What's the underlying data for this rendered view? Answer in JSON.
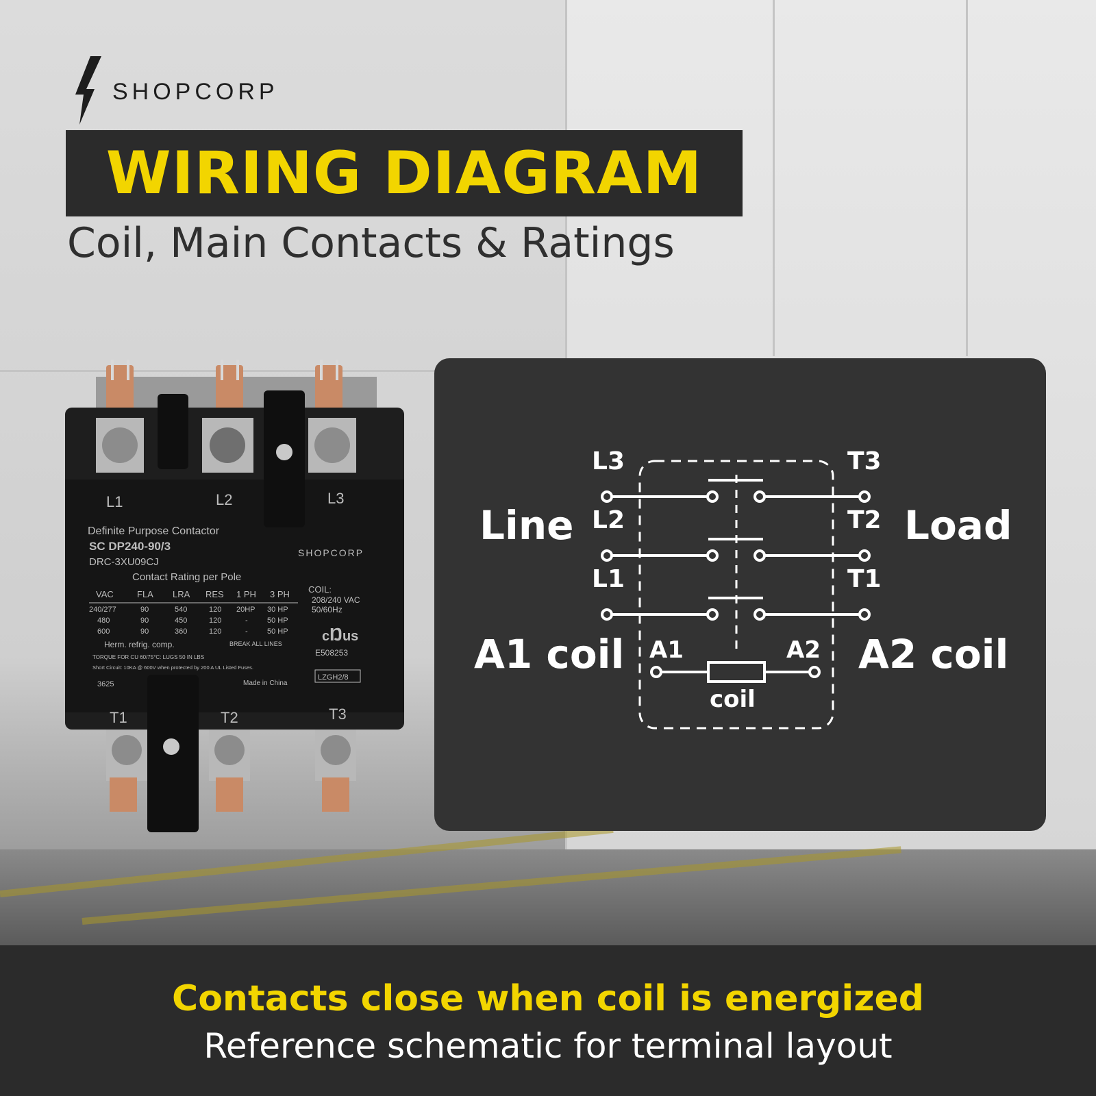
{
  "brand": {
    "name": "SHOPCORP",
    "logo_icon": "lightning-bolt-icon"
  },
  "header": {
    "title": "WIRING DIAGRAM",
    "subtitle": "Coil, Main Contacts & Ratings"
  },
  "product": {
    "terminals_top": [
      "L1",
      "L2",
      "L3"
    ],
    "terminals_bottom": [
      "T1",
      "T2",
      "T3"
    ],
    "label_lines": [
      "Definite Purpose Contactor",
      "SC DP240-90/3",
      "DRC-3XU09CJ",
      "Contact Rating per Pole"
    ],
    "brand": "SHOPCORP",
    "rating_headers": [
      "VAC",
      "FLA",
      "LRA",
      "RES",
      "1 PH",
      "3 PH"
    ],
    "rating_rows": [
      [
        "240/277",
        "90",
        "540",
        "120",
        "20HP",
        "30 HP"
      ],
      [
        "480",
        "90",
        "450",
        "120",
        "-",
        "50 HP"
      ],
      [
        "600",
        "90",
        "360",
        "120",
        "-",
        "50 HP"
      ]
    ],
    "coil_title": "COIL:",
    "coil_voltage": "208/240 VAC",
    "coil_freq": "50/60Hz",
    "cert_number": "E508253",
    "code": "LZGH2/8",
    "refrig_note": "Herm. refrig. comp.",
    "break_note": "BREAK ALL LINES",
    "torque_note": "TORQUE FOR CU 60/75°C: LUGS 50 IN LBS",
    "short_circuit_note": "Short Circuit: 10KA @ 600V when protected by 200 A UL Listed Fuses.",
    "lot": "3625",
    "origin": "Made in China"
  },
  "schematic": {
    "line_label": "Line",
    "load_label": "Load",
    "line_terminals": [
      "L3",
      "L2",
      "L1"
    ],
    "load_terminals": [
      "T3",
      "T2",
      "T1"
    ],
    "coil_left_terminal": "A1",
    "coil_right_terminal": "A2",
    "coil_label": "coil",
    "a1_caption": "A1 coil",
    "a2_caption": "A2 coil"
  },
  "footer": {
    "headline": "Contacts close when coil is energized",
    "subline": "Reference schematic for terminal layout"
  },
  "colors": {
    "accent": "#f2d500",
    "panel": "#333333",
    "bar": "#2b2b2b"
  }
}
